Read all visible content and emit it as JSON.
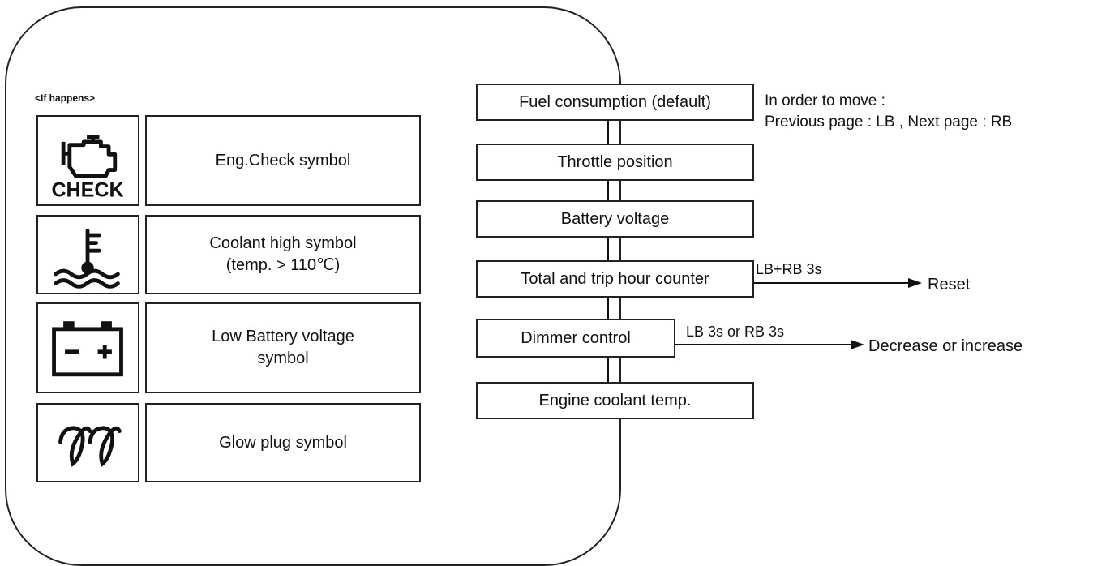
{
  "warning_panel": {
    "caption": "<If happens>",
    "symbols": [
      {
        "icon": "engine-check-icon",
        "icon_text": "CHECK",
        "label": "Eng.Check symbol"
      },
      {
        "icon": "coolant-temperature-icon",
        "label": "Coolant high symbol\n(temp. > 110℃)"
      },
      {
        "icon": "battery-icon",
        "label": "Low Battery voltage\nsymbol"
      },
      {
        "icon": "glow-plug-icon",
        "label": "Glow plug symbol"
      }
    ]
  },
  "menu": {
    "items": [
      {
        "label": "Fuel consumption (default)"
      },
      {
        "label": "Throttle position"
      },
      {
        "label": "Battery voltage"
      },
      {
        "label": "Total and trip hour counter",
        "action": "LB+RB 3s",
        "result": "Reset"
      },
      {
        "label": "Dimmer control",
        "action": "LB 3s or RB 3s",
        "result": "Decrease or increase"
      },
      {
        "label": "Engine coolant temp."
      }
    ],
    "navigation_note": {
      "line1": "In order to move :",
      "line2": "Previous page : LB , Next page : RB"
    }
  }
}
